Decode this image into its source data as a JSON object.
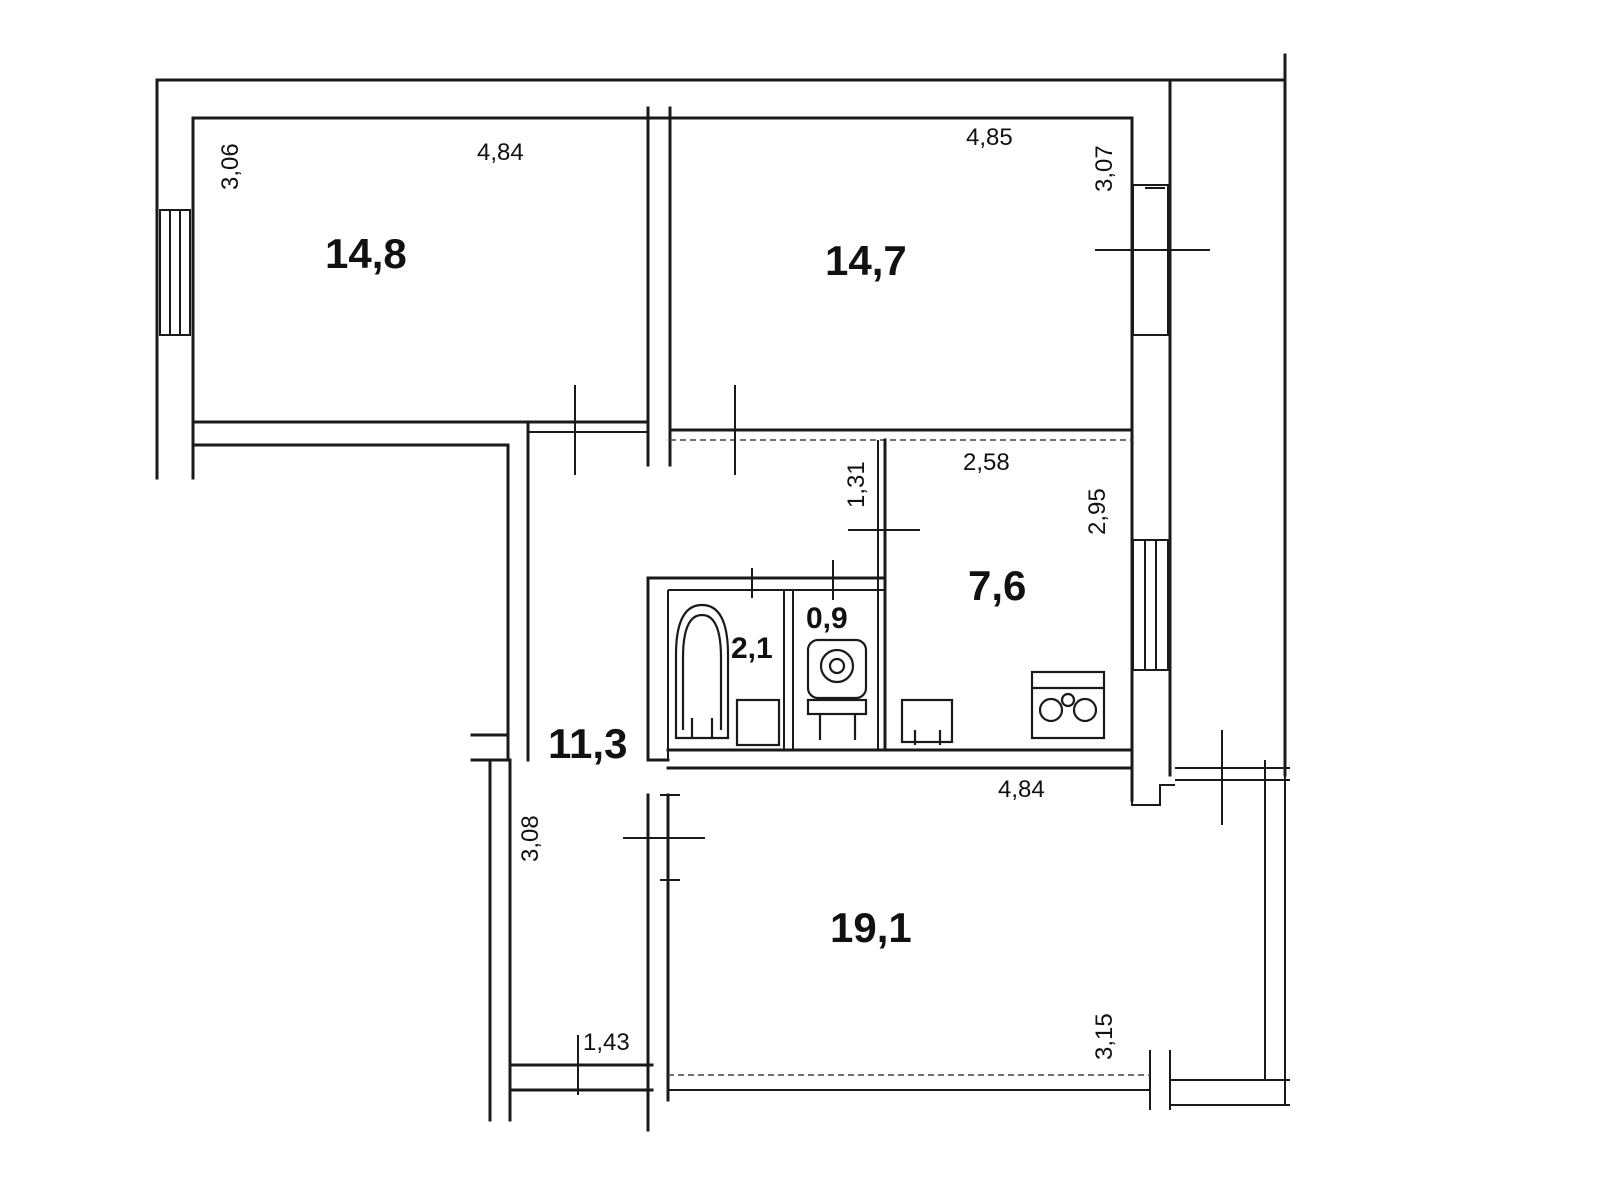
{
  "rooms": {
    "bedroom_left": "14,8",
    "bedroom_right": "14,7",
    "kitchen": "7,6",
    "bathroom": "2,1",
    "toilet": "0,9",
    "hallway": "11,3",
    "living_room": "19,1"
  },
  "dimensions": {
    "bedroom_left_height": "3,06",
    "bedroom_left_width": "4,84",
    "bedroom_right_width": "4,85",
    "bedroom_right_height": "3,07",
    "toilet_depth": "1,31",
    "kitchen_width": "2,58",
    "kitchen_height": "2,95",
    "living_room_width": "4,84",
    "hallway_height": "3,08",
    "balcony_width": "1,43",
    "living_room_height": "3,15"
  }
}
